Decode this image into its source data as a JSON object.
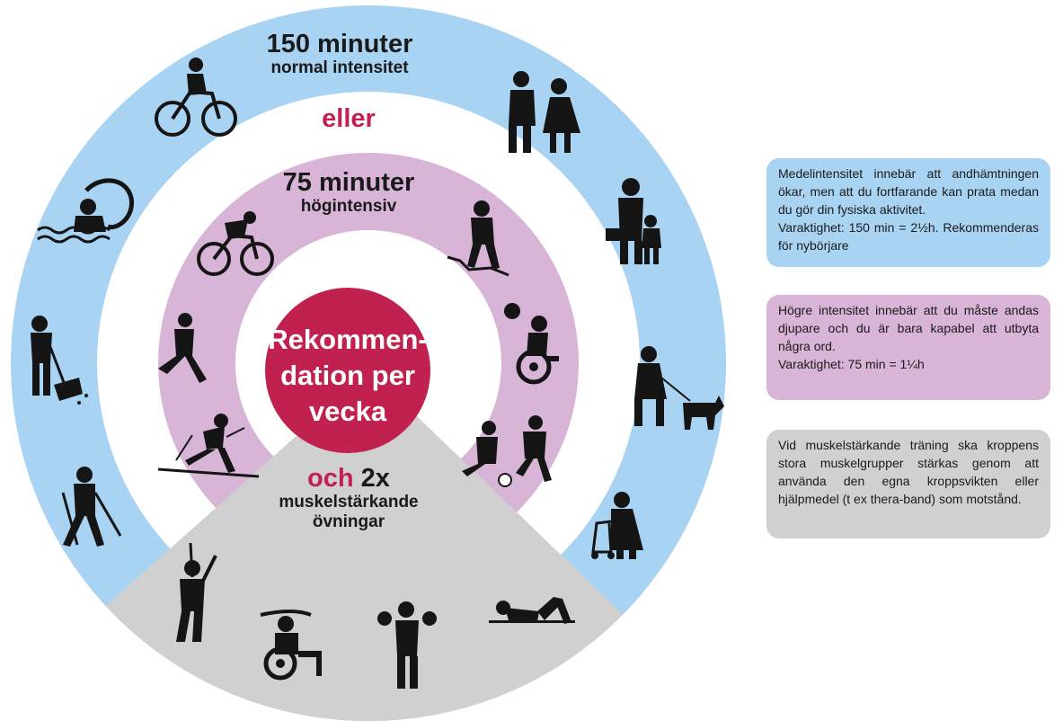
{
  "outer_ring": {
    "title": "150 minuter",
    "subtitle": "normal intensitet",
    "color": "#a9d3f2",
    "icons": [
      "cycling-icon",
      "dancing-couple-icon",
      "walking-with-child-icon",
      "dog-walking-icon",
      "walker-elderly-icon",
      "nordic-walking-icon",
      "raking-leaves-icon",
      "swimming-icon"
    ]
  },
  "separator": {
    "text": "eller"
  },
  "middle_ring": {
    "title": "75 minuter",
    "subtitle": "högintensiv",
    "color": "#d8b4d7",
    "icons": [
      "road-cycling-icon",
      "hiking-icon",
      "wheelchair-ball-icon",
      "football-icon",
      "cross-country-skiing-icon",
      "running-icon"
    ]
  },
  "center": {
    "line1": "Rekommen-",
    "line2": "dation per",
    "line3": "vecka",
    "color": "#c0214f"
  },
  "strength": {
    "och": "och",
    "count": "2x",
    "line1": "muskelstärkande",
    "line2": "övningar",
    "color": "#d0d0d1",
    "icons": [
      "resistance-band-icon",
      "wheelchair-band-icon",
      "dumbbell-icon",
      "sit-up-icon"
    ]
  },
  "info_boxes": {
    "moderate": {
      "p1": "Medelintensitet innebär att andhämtningen ökar, men att du fortfarande kan prata medan du gör din fysiska aktivitet.",
      "p2": "Varaktighet: 150 min = 2½h. Rekommenderas för nybörjare"
    },
    "high": {
      "p1": "Högre intensitet innebär att du måste andas djupare och du är bara kapabel att utbyta några ord.",
      "p2": "Varaktighet: 75 min = 1¼h"
    },
    "strength": {
      "p1": "Vid muskelstärkande träning ska kroppens stora muskelgrupper stärkas genom att använda den egna kroppsvikten eller hjälpmedel (t ex thera-band) som motstånd."
    }
  }
}
